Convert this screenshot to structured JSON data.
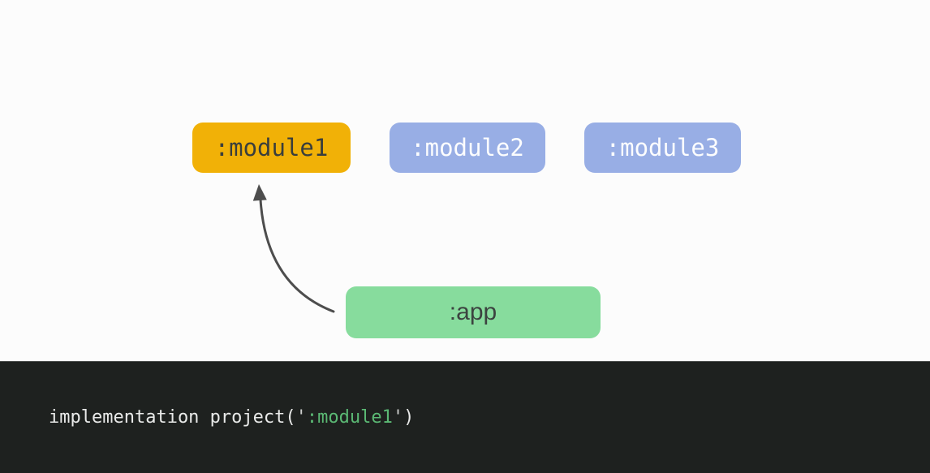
{
  "canvas": {
    "background": "#FCFCFC"
  },
  "diagram": {
    "modules": [
      {
        "id": "module1",
        "label": ":module1",
        "bg": "#F1B107",
        "text_color": "#3A3E3C"
      },
      {
        "id": "module2",
        "label": ":module2",
        "bg": "#98AEE5",
        "text_color": "#FCFDFE"
      },
      {
        "id": "module3",
        "label": ":module3",
        "bg": "#98AEE5",
        "text_color": "#FCFDFE"
      }
    ],
    "app_node": {
      "id": "app",
      "label": ":app",
      "bg": "#87DC9D",
      "text_color": "#3C4340"
    },
    "arrow": {
      "from": ":app",
      "to": ":module1",
      "color": "#4D4D4D"
    }
  },
  "code_panel": {
    "bg": "#1E211F",
    "line_text": "implementation project(':module1')",
    "tokens": [
      {
        "text": "implementation project(",
        "color": "#E9EAE9"
      },
      {
        "text": "'",
        "color": "#CDCFCD"
      },
      {
        "text": ":module1",
        "color": "#5BB974"
      },
      {
        "text": "'",
        "color": "#CDCFCD"
      },
      {
        "text": ")",
        "color": "#E9EAE9"
      }
    ]
  }
}
